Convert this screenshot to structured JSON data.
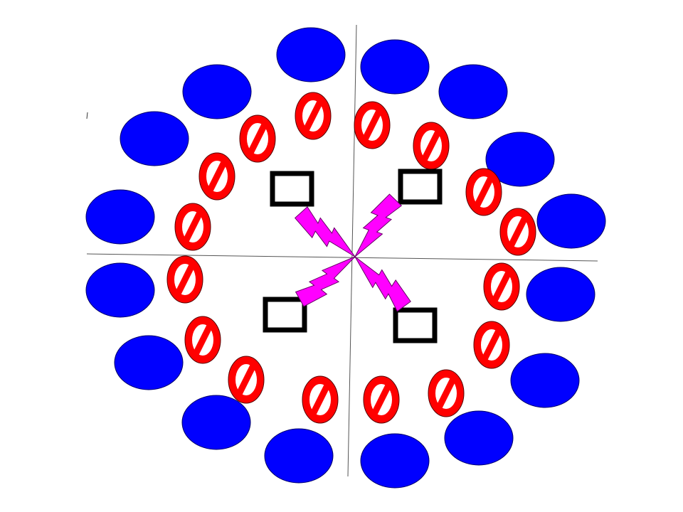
{
  "diagram": {
    "colors": {
      "circle_fill": "#0000ff",
      "no_sign_fill": "#ff0000",
      "no_sign_center": "#ffffff",
      "bolt_fill": "#ff00ff",
      "box_stroke": "#000000",
      "axis_stroke": "#555555"
    },
    "counts": {
      "blue_ovals": 16,
      "no_signs": 16,
      "boxes": 4,
      "lightning_bolts": 4
    }
  }
}
